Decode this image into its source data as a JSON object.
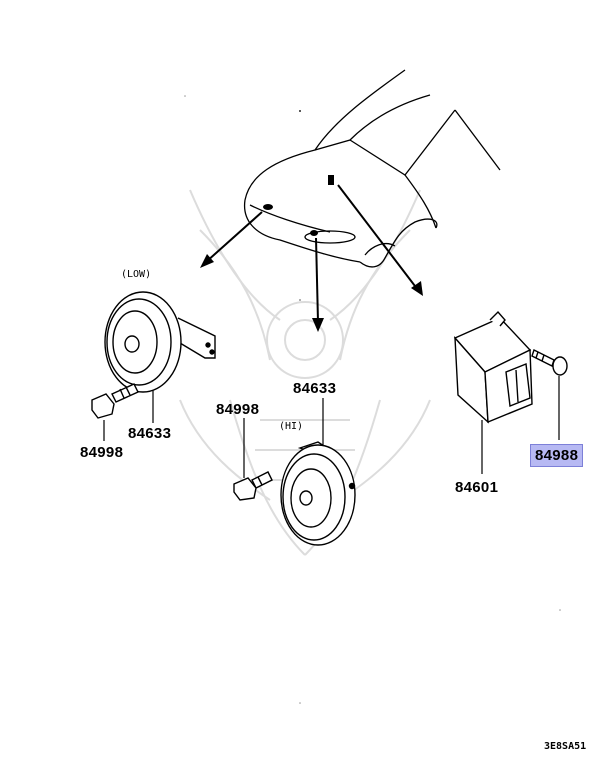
{
  "labels": {
    "low": "(LOW)",
    "hi": "(HI)",
    "horn_low_part": "84633",
    "horn_hi_part": "84633",
    "bolt_low_part": "84998",
    "bolt_hi_part": "84998",
    "relay_part": "84601",
    "screw_part": "84988"
  },
  "diagram_code": "3E8SA51",
  "colors": {
    "highlight": "#b7b9f3",
    "line": "#000000",
    "watermark": "#d6d6d6"
  }
}
